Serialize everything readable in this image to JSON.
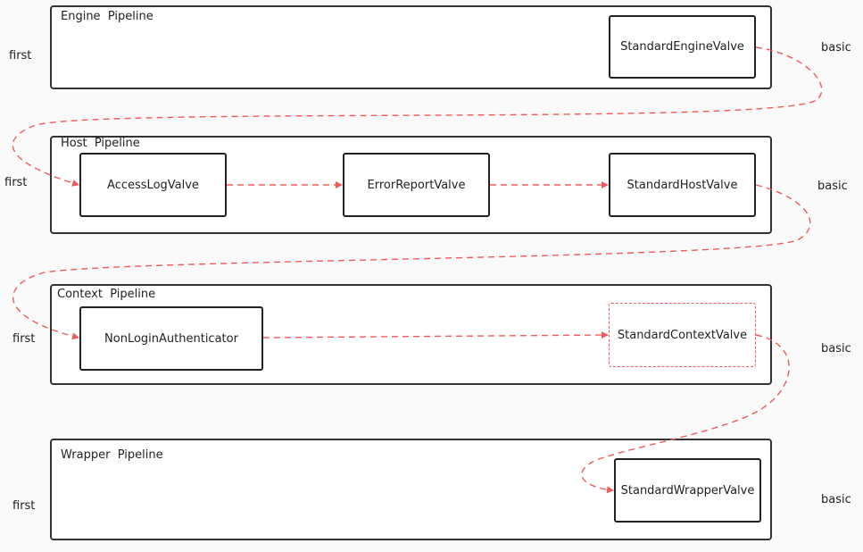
{
  "labels": {
    "first": "first",
    "basic": "basic"
  },
  "pipelines": {
    "engine": {
      "title": "Engine  Pipeline",
      "valves": [
        "StandardEngineValve"
      ]
    },
    "host": {
      "title": "Host  Pipeline",
      "valves": [
        "AccessLogValve",
        "ErrorReportValve",
        "StandardHostValve"
      ]
    },
    "context": {
      "title": "Context  Pipeline",
      "valves": [
        "NonLoginAuthenticator",
        "StandardContextValve"
      ]
    },
    "wrapper": {
      "title": "Wrapper  Pipeline",
      "valves": [
        "StandardWrapperValve"
      ]
    }
  },
  "colors": {
    "arrow": "#ef5b5b",
    "border": "#333333",
    "background": "#fafafa"
  }
}
